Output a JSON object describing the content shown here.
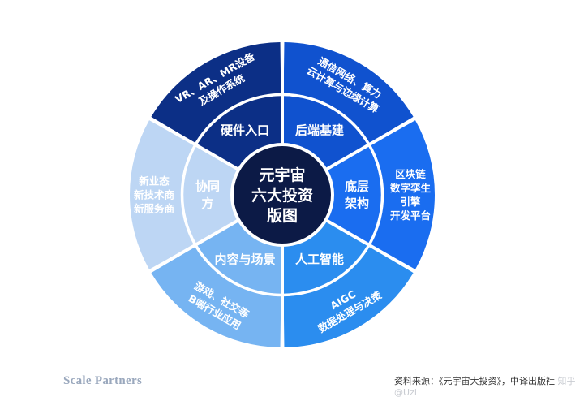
{
  "center": {
    "lines": [
      "元宇宙",
      "六大投资",
      "版图"
    ]
  },
  "sectors": [
    {
      "id": "hardware",
      "inner": [
        "硬件入口"
      ],
      "outer": [
        "VR、AR、MR设备",
        "及操作系统"
      ]
    },
    {
      "id": "backend",
      "inner": [
        "后端基建"
      ],
      "outer": [
        "通信网络、算力",
        "云计算与边缘计算"
      ]
    },
    {
      "id": "infra",
      "inner": [
        "底层",
        "架构"
      ],
      "outer": [
        "区块链",
        "数字孪生",
        "引擎",
        "开发平台"
      ]
    },
    {
      "id": "ai",
      "inner": [
        "人工智能"
      ],
      "outer": [
        "AIGC",
        "数据处理与决策"
      ]
    },
    {
      "id": "content",
      "inner": [
        "内容与场景"
      ],
      "outer": [
        "游戏、社交等",
        "B端行业应用"
      ]
    },
    {
      "id": "collab",
      "inner": [
        "协同",
        "方"
      ],
      "outer": [
        "新业态",
        "新技术商",
        "新服务商"
      ]
    }
  ],
  "colors": {
    "hardware": "#0c2f86",
    "backend": "#1052cf",
    "infra": "#1a6df0",
    "ai": "#2b8def",
    "content": "#76b4f2",
    "collab": "#bdd6f4",
    "center": "#0c1a46"
  },
  "footer": {
    "brand": "Scale Partners",
    "source": "资料来源：《元宇宙大投资》，中译出版社",
    "watermark": "知乎 @Uzi"
  }
}
